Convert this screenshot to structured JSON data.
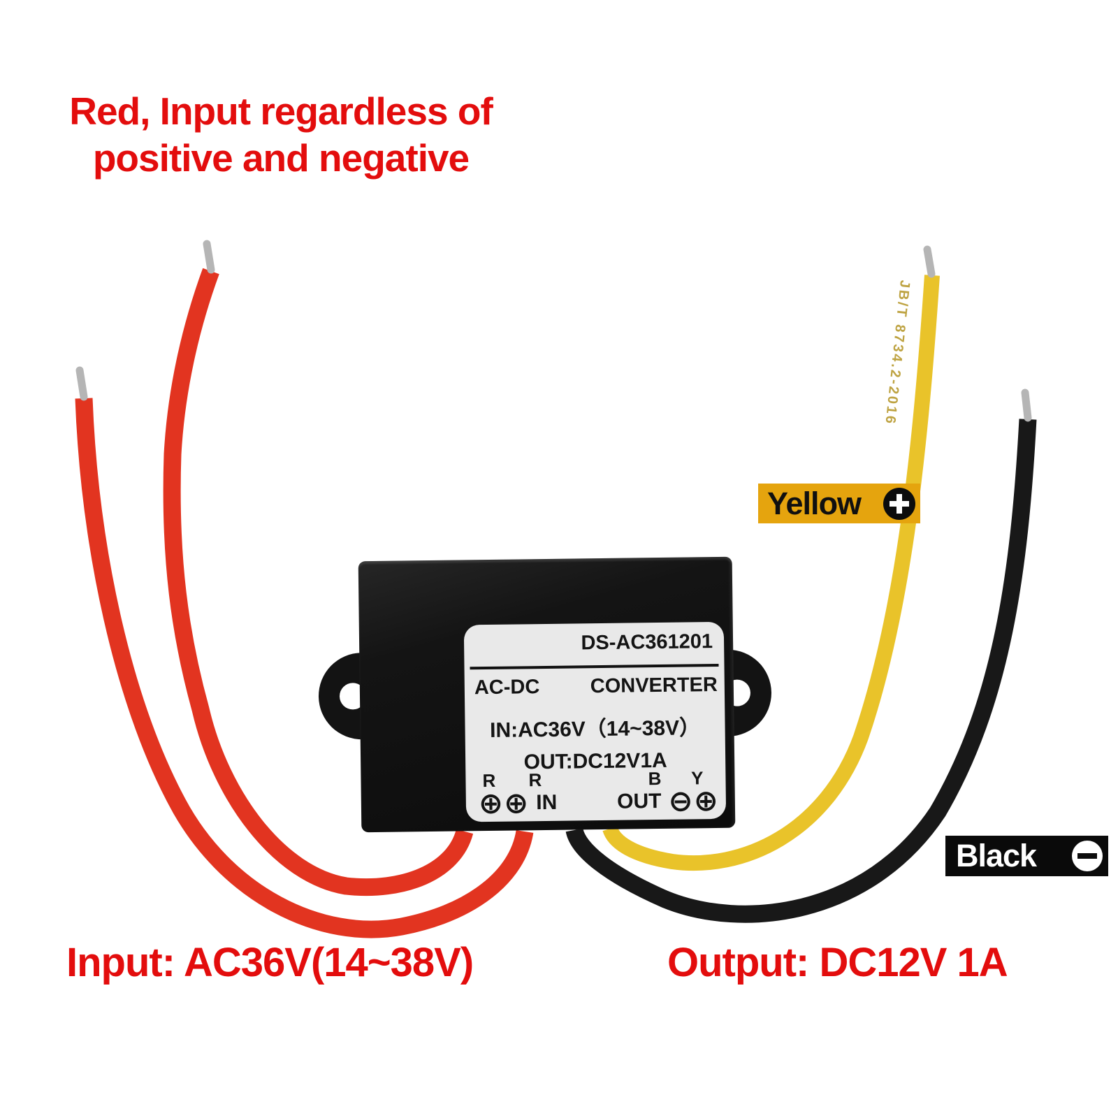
{
  "colors": {
    "accent_red": "#e30d0d",
    "wire_red": "#e23420",
    "wire_yellow": "#e9c32a",
    "wire_black": "#181818",
    "wire_tip": "#b5b5b5",
    "box_black": "#131313",
    "label_bg": "#e9e9e9",
    "label_text": "#141414",
    "yellow_badge_bg": "#e5a40e",
    "black_badge_bg": "#0a0a0a",
    "marking_color": "#b39322"
  },
  "annotations": {
    "top_note_line1": "Red, Input regardless of",
    "top_note_line2": "positive and negative",
    "bottom_left": "Input: AC36V(14~38V)",
    "bottom_right": "Output: DC12V 1A",
    "yellow_badge_label": "Yellow",
    "black_badge_label": "Black"
  },
  "device_label": {
    "model": "DS-AC361201",
    "type_left": "AC-DC",
    "type_right": "CONVERTER",
    "input_spec": "IN:AC36V（14~38V）",
    "output_spec": "OUT:DC12V1A",
    "in_wire_codes": "R R",
    "in_symbols": "⊕⊕",
    "in_label": "IN",
    "out_label": "OUT",
    "out_symbols": "⊖⊕",
    "out_wire_codes": "B Y"
  },
  "wire_marking": "JB/T 8734.2-2016"
}
